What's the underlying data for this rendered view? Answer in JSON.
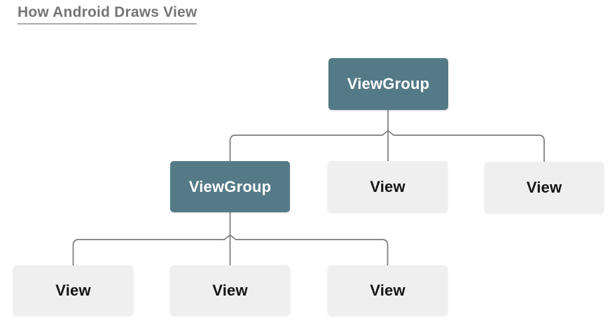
{
  "title": "How Android Draws View",
  "colors": {
    "viewgroup_fill": "#547a87",
    "viewgroup_text": "#ffffff",
    "view_fill": "#efefef",
    "view_text": "#151515",
    "connector_line": "#7b7b7b",
    "title_text": "#757575"
  },
  "tree": {
    "root": {
      "label": "ViewGroup",
      "type": "ViewGroup"
    },
    "level2": [
      {
        "label": "ViewGroup",
        "type": "ViewGroup"
      },
      {
        "label": "View",
        "type": "View"
      },
      {
        "label": "View",
        "type": "View"
      }
    ],
    "level3": [
      {
        "label": "View",
        "type": "View"
      },
      {
        "label": "View",
        "type": "View"
      },
      {
        "label": "View",
        "type": "View"
      }
    ]
  }
}
